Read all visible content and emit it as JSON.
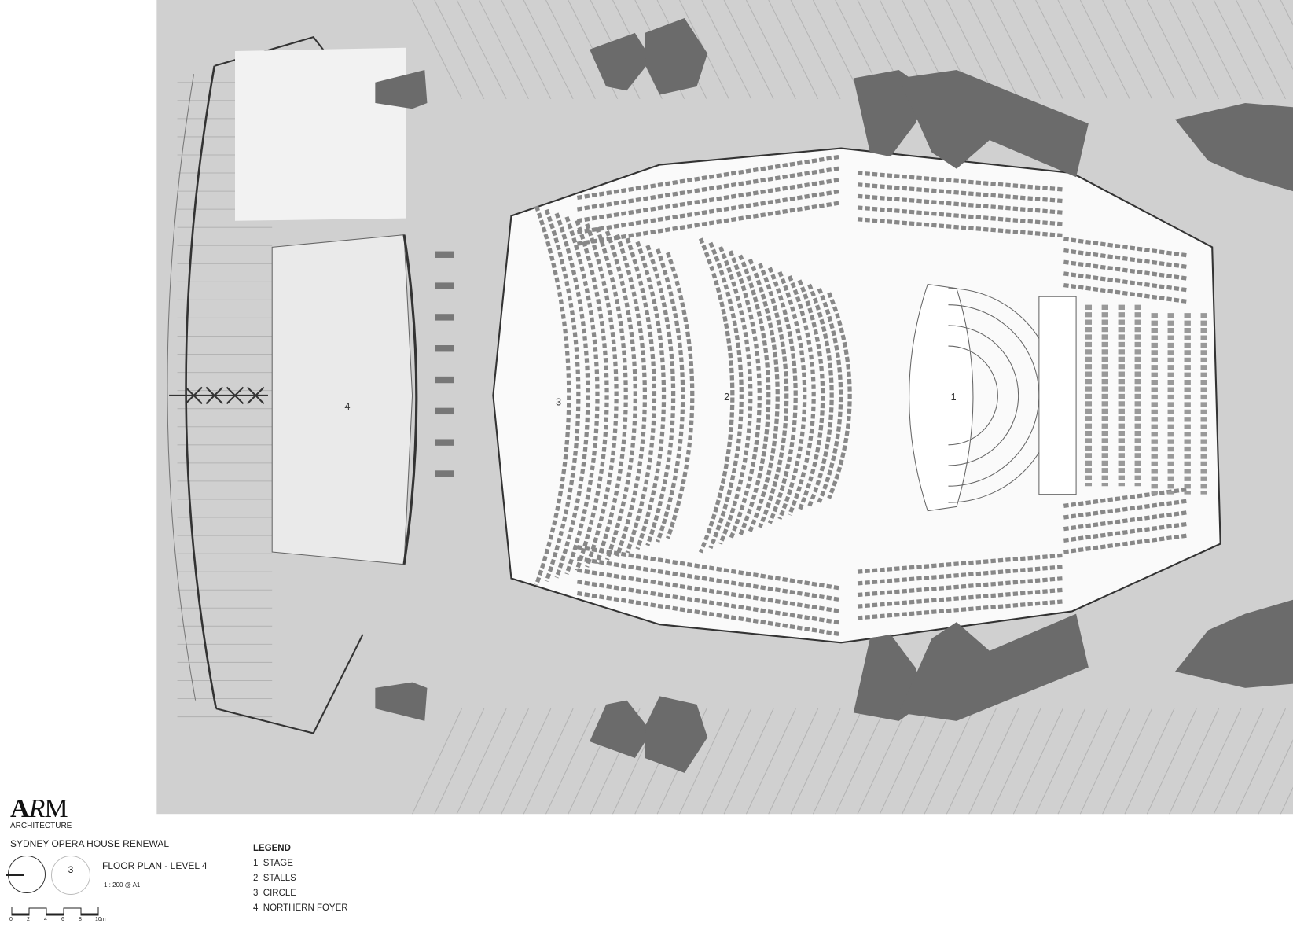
{
  "plan": {
    "labels": [
      {
        "id": "1",
        "area": "stage"
      },
      {
        "id": "2",
        "area": "stalls"
      },
      {
        "id": "3",
        "area": "circle"
      },
      {
        "id": "4",
        "area": "northern-foyer"
      }
    ],
    "colors": {
      "background": "#d0d0d0",
      "auditorium": "#ffffff",
      "shell": "#6b6b6b",
      "line": "#555555"
    }
  },
  "title_block": {
    "logo": "ARM",
    "firm": "ARCHITECTURE",
    "project": "SYDNEY OPERA HOUSE RENEWAL",
    "drawing_number": "3",
    "drawing_title": "FLOOR PLAN - LEVEL 4",
    "scale": "1 : 200 @ A1",
    "scale_bar_ticks": [
      "0",
      "2",
      "4",
      "6",
      "8",
      "10m"
    ]
  },
  "legend": {
    "heading": "LEGEND",
    "items": [
      {
        "number": "1",
        "label": "STAGE"
      },
      {
        "number": "2",
        "label": "STALLS"
      },
      {
        "number": "3",
        "label": "CIRCLE"
      },
      {
        "number": "4",
        "label": "NORTHERN FOYER"
      }
    ]
  }
}
